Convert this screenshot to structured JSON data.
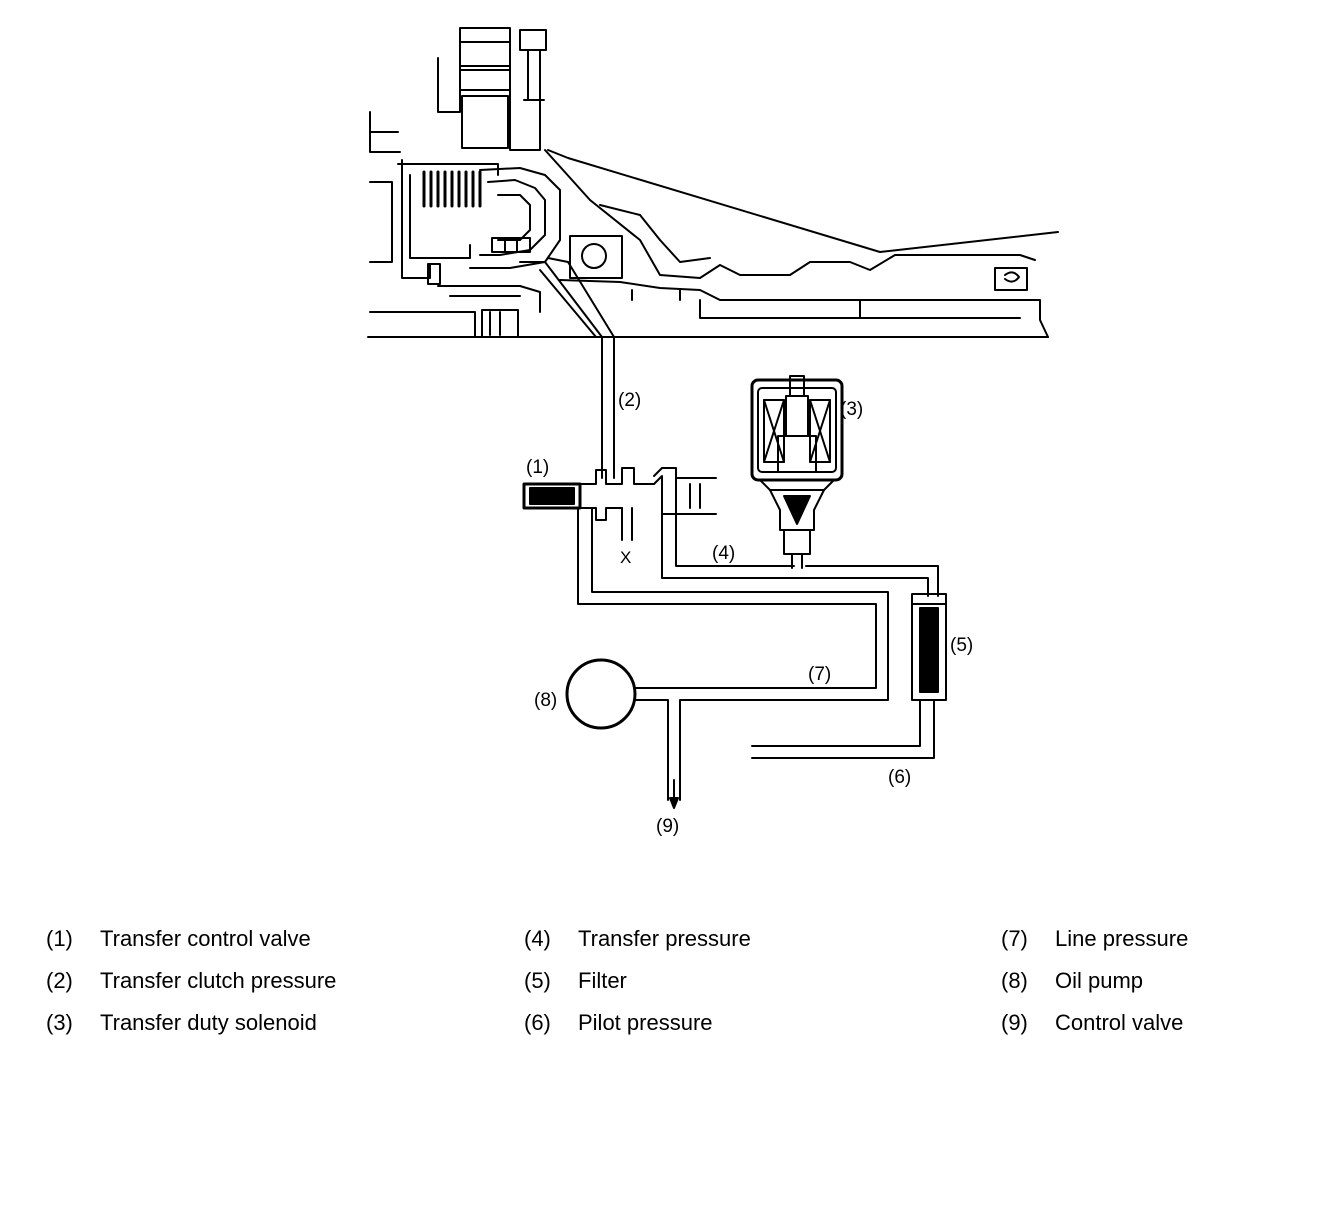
{
  "callouts": {
    "c1": "(1)",
    "c2": "(2)",
    "c3": "(3)",
    "c4": "(4)",
    "c5": "(5)",
    "c6": "(6)",
    "c7": "(7)",
    "c8": "(8)",
    "c9": "(9)",
    "x_mark": "X"
  },
  "legend": [
    {
      "num": "(1)",
      "label": "Transfer control valve"
    },
    {
      "num": "(2)",
      "label": "Transfer clutch pressure"
    },
    {
      "num": "(3)",
      "label": "Transfer duty solenoid"
    },
    {
      "num": "(4)",
      "label": "Transfer pressure"
    },
    {
      "num": "(5)",
      "label": "Filter"
    },
    {
      "num": "(6)",
      "label": "Pilot pressure"
    },
    {
      "num": "(7)",
      "label": "Line pressure"
    },
    {
      "num": "(8)",
      "label": "Oil pump"
    },
    {
      "num": "(9)",
      "label": "Control valve"
    }
  ]
}
